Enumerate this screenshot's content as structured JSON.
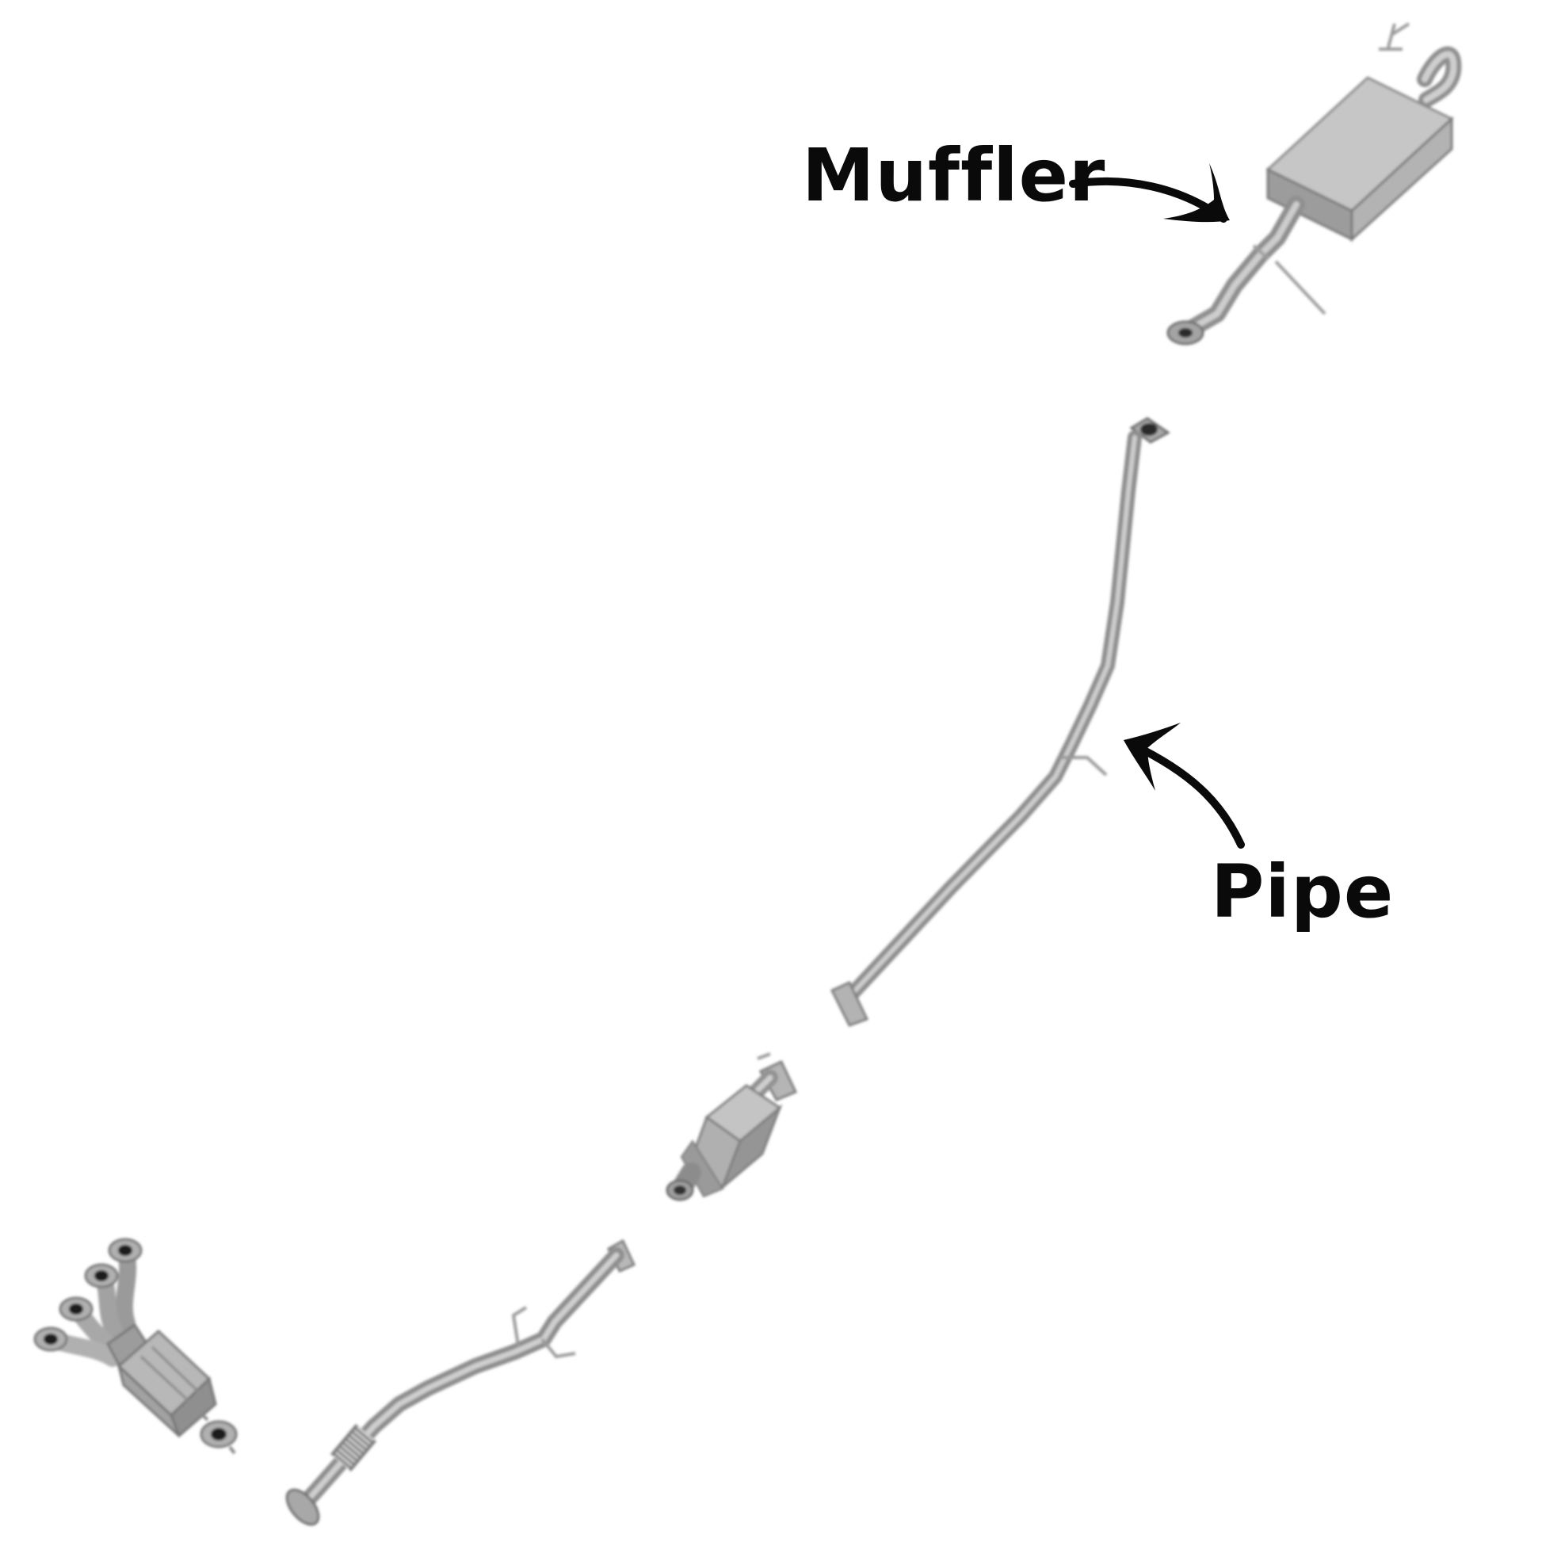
{
  "labels": {
    "muffler": "Muffler",
    "pipe": "Pipe"
  },
  "colors": {
    "background": "#ffffff",
    "text": "#0a0a0a",
    "arrow": "#0a0a0a",
    "metal_light": "#d2d2d2",
    "metal_mid": "#a6a6a6",
    "metal_dark": "#6d6d6d",
    "port_dark": "#1e1e1e"
  },
  "components": [
    "exhaust-manifold-catalytic-converter",
    "front-pipe",
    "catalytic-converter",
    "intermediate-pipe",
    "muffler-assembly"
  ],
  "icons": [
    "curved-arrow-icon",
    "curved-arrow-icon"
  ]
}
